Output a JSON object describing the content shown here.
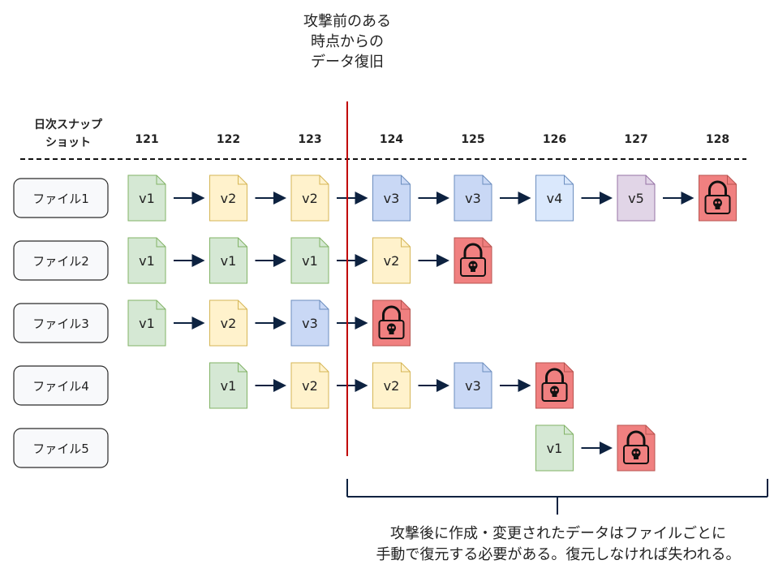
{
  "top_annotation": {
    "lines": [
      "攻撃前のある",
      "時点からの",
      "データ復旧"
    ]
  },
  "snapshot_header": {
    "lines": [
      "日次スナップ",
      "ショット"
    ]
  },
  "snapshots": [
    "121",
    "122",
    "123",
    "124",
    "125",
    "126",
    "127",
    "128"
  ],
  "files": [
    {
      "label": "ファイル1",
      "versions": [
        {
          "slot": 0,
          "label": "v1",
          "color": "green"
        },
        {
          "slot": 1,
          "label": "v2",
          "color": "yellow"
        },
        {
          "slot": 2,
          "label": "v2",
          "color": "yellow"
        },
        {
          "slot": 3,
          "label": "v3",
          "color": "blue"
        },
        {
          "slot": 4,
          "label": "v3",
          "color": "blue"
        },
        {
          "slot": 5,
          "label": "v4",
          "color": "lightblue"
        },
        {
          "slot": 6,
          "label": "v5",
          "color": "purple"
        },
        {
          "slot": 7,
          "label": "",
          "color": "encrypted"
        }
      ]
    },
    {
      "label": "ファイル2",
      "versions": [
        {
          "slot": 0,
          "label": "v1",
          "color": "green"
        },
        {
          "slot": 1,
          "label": "v1",
          "color": "green"
        },
        {
          "slot": 2,
          "label": "v1",
          "color": "green"
        },
        {
          "slot": 3,
          "label": "v2",
          "color": "yellow"
        },
        {
          "slot": 4,
          "label": "",
          "color": "encrypted"
        }
      ]
    },
    {
      "label": "ファイル3",
      "versions": [
        {
          "slot": 0,
          "label": "v1",
          "color": "green"
        },
        {
          "slot": 1,
          "label": "v2",
          "color": "yellow"
        },
        {
          "slot": 2,
          "label": "v3",
          "color": "blue"
        },
        {
          "slot": 3,
          "label": "",
          "color": "encrypted"
        }
      ]
    },
    {
      "label": "ファイル4",
      "versions": [
        {
          "slot": 1,
          "label": "v1",
          "color": "green"
        },
        {
          "slot": 2,
          "label": "v2",
          "color": "yellow"
        },
        {
          "slot": 3,
          "label": "v2",
          "color": "yellow"
        },
        {
          "slot": 4,
          "label": "v3",
          "color": "blue"
        },
        {
          "slot": 5,
          "label": "",
          "color": "encrypted"
        }
      ]
    },
    {
      "label": "ファイル5",
      "versions": [
        {
          "slot": 5,
          "label": "v1",
          "color": "green"
        },
        {
          "slot": 6,
          "label": "",
          "color": "encrypted"
        }
      ]
    }
  ],
  "bottom_annotation": {
    "lines": [
      "攻撃後に作成・変更されたデータはファイルごとに",
      "手動で復元する必要がある。復元しなければ失われる。"
    ]
  },
  "colors": {
    "green": {
      "fill": "#d5e8d4",
      "stroke": "#82b366"
    },
    "yellow": {
      "fill": "#fff2cc",
      "stroke": "#d6b656"
    },
    "blue": {
      "fill": "#c9d8f5",
      "stroke": "#6c8ebf"
    },
    "lightblue": {
      "fill": "#dae8fc",
      "stroke": "#6c8ebf"
    },
    "purple": {
      "fill": "#e1d5e7",
      "stroke": "#9673a6"
    },
    "encrypted": {
      "fill": "#f08080",
      "stroke": "#b85450"
    },
    "recovery_line": "#c00000",
    "arrow": "#0d2240"
  },
  "icons": {
    "encrypted": "lock-skull-icon"
  }
}
